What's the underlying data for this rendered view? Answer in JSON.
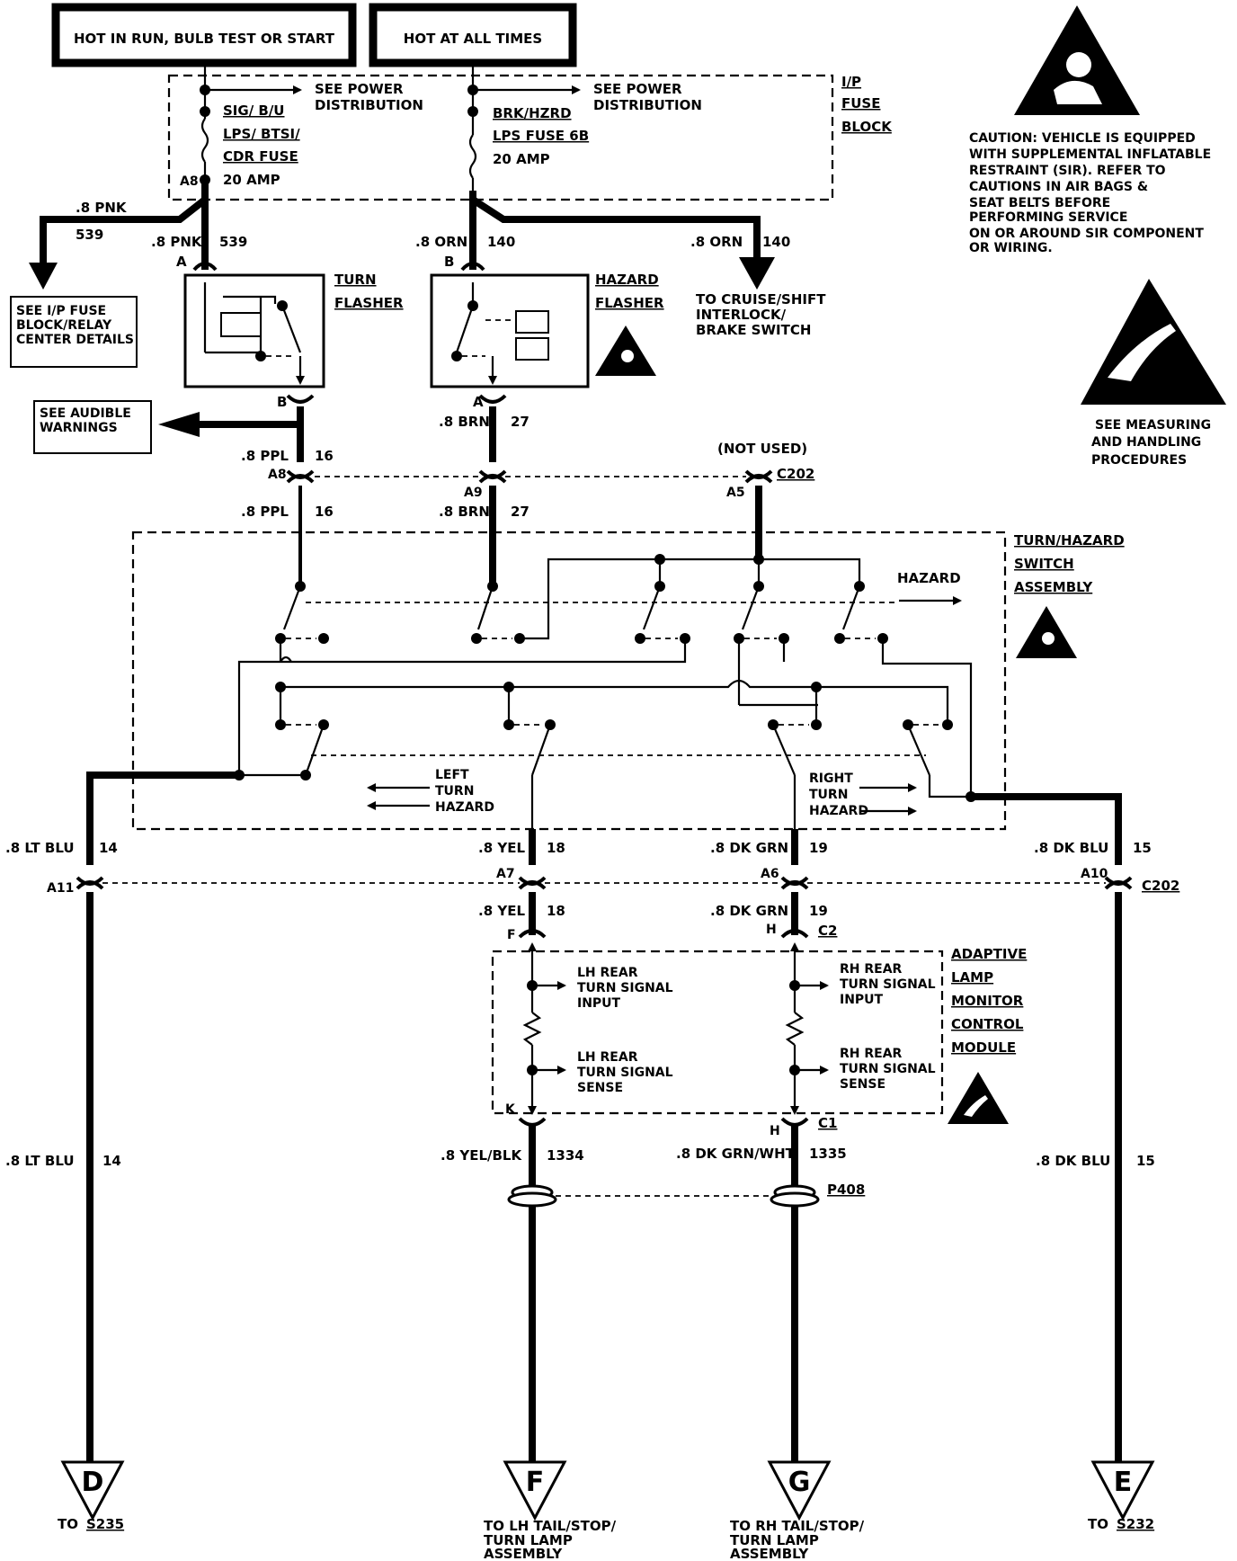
{
  "header": {
    "hot_run": "HOT IN RUN, BULB TEST OR START",
    "hot_all": "HOT AT ALL TIMES"
  },
  "fuse_block": {
    "title_lines": [
      "I/P",
      "FUSE",
      "BLOCK"
    ],
    "see_power_1": [
      "SEE POWER",
      "DISTRIBUTION"
    ],
    "see_power_2": [
      "SEE POWER",
      "DISTRIBUTION"
    ],
    "fuse1": [
      "SIG/ B/U",
      "LPS/ BTSI/",
      "CDR FUSE",
      "20 AMP"
    ],
    "fuse1_pin": "A8",
    "fuse2": [
      "BRK/HZRD",
      "LPS FUSE 6B",
      "20 AMP"
    ]
  },
  "caution": {
    "sir_text": [
      "CAUTION: VEHICLE IS EQUIPPED",
      "WITH SUPPLEMENTAL INFLATABLE",
      "RESTRAINT (SIR). REFER TO",
      "CAUTIONS IN AIR BAGS &",
      "SEAT BELTS BEFORE",
      "PERFORMING SERVICE",
      "ON OR AROUND SIR COMPONENT",
      "OR WIRING."
    ],
    "esd_text": [
      "SEE MEASURING",
      "AND HANDLING",
      "PROCEDURES"
    ]
  },
  "wires": {
    "pnk_left_gauge": ".8 PNK",
    "pnk_left_num": "539",
    "pnk_gauge": ".8 PNK",
    "pnk_num": "539",
    "orn_gauge": ".8 ORN",
    "orn_num": "140",
    "orn_right_gauge": ".8 ORN",
    "orn_right_num": "140",
    "ppl_gauge": ".8 PPL",
    "ppl_num": "16",
    "ppl_gauge2": ".8 PPL",
    "ppl_num2": "16",
    "brn_gauge": ".8 BRN",
    "brn_num": "27",
    "brn_gauge2": ".8 BRN",
    "brn_num2": "27",
    "ltblu_gauge": ".8 LT BLU",
    "ltblu_num": "14",
    "ltblu_gauge2": ".8 LT BLU",
    "ltblu_num2": "14",
    "yel_gauge": ".8 YEL",
    "yel_num": "18",
    "yel_gauge2": ".8 YEL",
    "yel_num2": "18",
    "dkgrn_gauge": ".8 DK GRN",
    "dkgrn_num": "19",
    "dkgrn_gauge2": ".8 DK GRN",
    "dkgrn_num2": "19",
    "dkblu_gauge": ".8 DK BLU",
    "dkblu_num": "15",
    "dkblu_gauge2": ".8 DK BLU",
    "dkblu_num2": "15",
    "yelblk_gauge": ".8 YEL/BLK",
    "yelblk_num": "1334",
    "dkgrnwht_gauge": ".8 DK GRN/WHT",
    "dkgrnwht_num": "1335"
  },
  "refs": {
    "fuse_relay": [
      "SEE I/P FUSE",
      "BLOCK/RELAY",
      "CENTER DETAILS"
    ],
    "audible": [
      "SEE AUDIBLE",
      "WARNINGS"
    ],
    "cruise": [
      "TO CRUISE/SHIFT",
      "INTERLOCK/",
      "BRAKE SWITCH"
    ]
  },
  "flashers": {
    "turn": [
      "TURN",
      "FLASHER"
    ],
    "turn_pin_top": "A",
    "turn_pin_bot": "B",
    "hazard": [
      "HAZARD",
      "FLASHER"
    ],
    "hazard_pin_top": "B",
    "hazard_pin_bot": "A"
  },
  "c202": {
    "not_used": "(NOT USED)",
    "name": "C202",
    "pin_a8": "A8",
    "pin_a9": "A9",
    "pin_a5": "A5",
    "name2": "C202",
    "pin_a11": "A11",
    "pin_a7": "A7",
    "pin_a6": "A6",
    "pin_a10": "A10"
  },
  "switch": {
    "title_lines": [
      "TURN/HAZARD",
      "SWITCH",
      "ASSEMBLY"
    ],
    "hazard": "HAZARD",
    "left": [
      "LEFT",
      "TURN",
      "HAZARD"
    ],
    "right": [
      "RIGHT",
      "TURN",
      "HAZARD"
    ]
  },
  "module": {
    "title_lines": [
      "ADAPTIVE",
      "LAMP",
      "MONITOR",
      "CONTROL",
      "MODULE"
    ],
    "c2_pin_f": "F",
    "c2_pin_h": "H",
    "c2": "C2",
    "lh_input": [
      "LH REAR",
      "TURN SIGNAL",
      "INPUT"
    ],
    "lh_sense": [
      "LH REAR",
      "TURN SIGNAL",
      "SENSE"
    ],
    "rh_input": [
      "RH REAR",
      "TURN SIGNAL",
      "INPUT"
    ],
    "rh_sense": [
      "RH REAR",
      "TURN SIGNAL",
      "SENSE"
    ],
    "c1_pin_k": "K",
    "c1_pin_h": "H",
    "c1": "C1"
  },
  "p408": "P408",
  "terminals": {
    "d_letter": "D",
    "d_to": "TO",
    "d_dest": "S235",
    "f_letter": "F",
    "f_dest": [
      "TO LH TAIL/STOP/",
      "TURN LAMP",
      "ASSEMBLY"
    ],
    "g_letter": "G",
    "g_dest": [
      "TO RH TAIL/STOP/",
      "TURN LAMP",
      "ASSEMBLY"
    ],
    "e_letter": "E",
    "e_to": "TO",
    "e_dest": "S232"
  }
}
